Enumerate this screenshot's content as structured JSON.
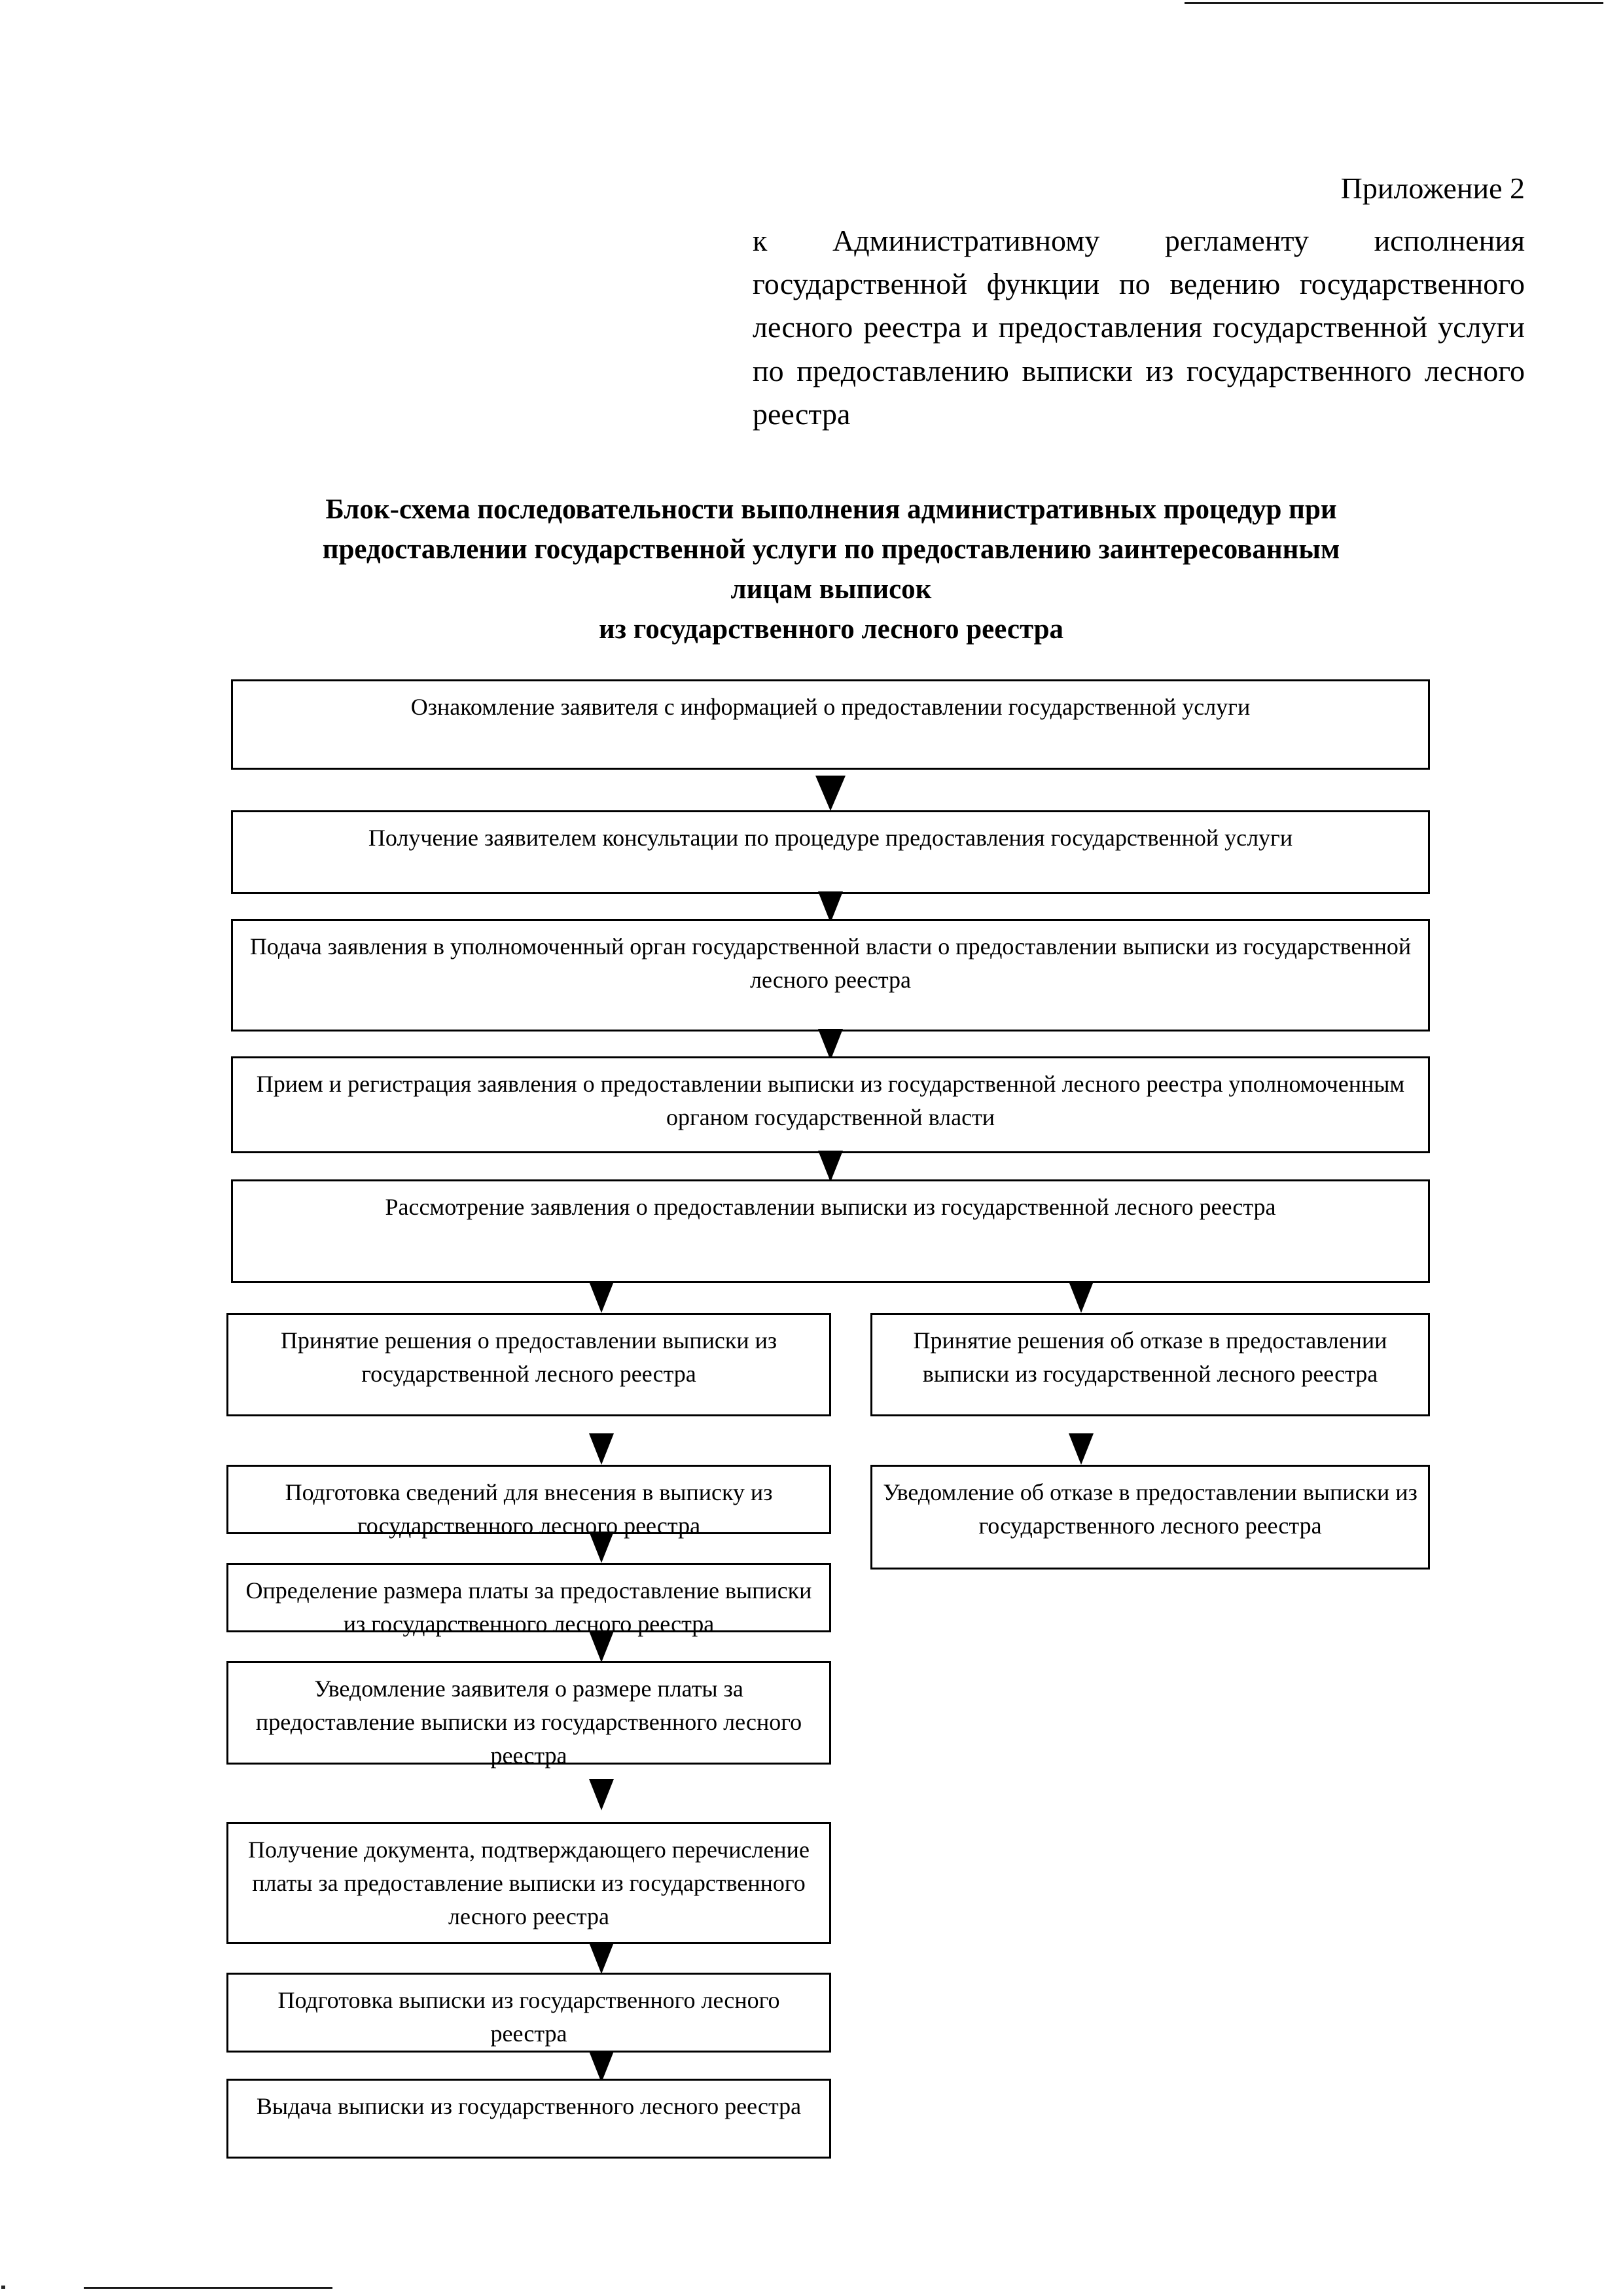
{
  "document": {
    "appendix_label": "Приложение 2",
    "header_paragraph": "к Административному регламенту исполнения государственной функции по ведению государственного лесного реестра и предоставления государственной услуги по предоставлению выписки из государственного лесного реестра",
    "title_lines": [
      "Блок-схема последовательности выполнения административных процедур при",
      "предоставлении государственной услуги по предоставлению заинтересованным",
      "лицам выписок",
      "из государственного лесного реестра"
    ]
  },
  "flowchart": {
    "type": "flowchart",
    "orientation": "top-to-bottom",
    "connector": "solid-black-down-triangle",
    "nodes": [
      {
        "id": "n1",
        "text": "Ознакомление заявителя с информацией о предоставлении государственной услуги",
        "column": "full"
      },
      {
        "id": "n2",
        "text": "Получение заявителем консультации по процедуре предоставления государственной услуги",
        "column": "full"
      },
      {
        "id": "n3",
        "text": "Подача заявления в уполномоченный орган государственной власти о предоставлении  выписки из государственной лесного реестра",
        "column": "full"
      },
      {
        "id": "n4",
        "text": "Прием и регистрация заявления о предоставлении выписки из государственной лесного реестра уполномоченным органом государственной власти",
        "column": "full"
      },
      {
        "id": "n5",
        "text": "Рассмотрение заявления о предоставлении выписки из государственной лесного реестра",
        "column": "full"
      },
      {
        "id": "n6",
        "text": "Принятие решения о предоставлении выписки из государственной лесного реестра",
        "column": "left"
      },
      {
        "id": "n7",
        "text": "Принятие решения об отказе в предоставлении выписки из государственной лесного реестра",
        "column": "right"
      },
      {
        "id": "n8",
        "text": "Подготовка сведений для внесения в выписку из государственного лесного реестра",
        "column": "left"
      },
      {
        "id": "n9",
        "text": "Уведомление об отказе в предоставлении выписки из государственного лесного реестра",
        "column": "right"
      },
      {
        "id": "n10",
        "text": "Определение размера платы за предоставление выписки из государственного лесного реестра",
        "column": "left"
      },
      {
        "id": "n11",
        "text": "Уведомление заявителя о размере платы за предоставление выписки из государственного лесного реестра",
        "column": "left"
      },
      {
        "id": "n12",
        "text": "Получение документа, подтверждающего перечисление платы за предоставление выписки из государственного лесного реестра",
        "column": "left"
      },
      {
        "id": "n13",
        "text": "Подготовка выписки из государственного лесного реестра",
        "column": "left"
      },
      {
        "id": "n14",
        "text": "Выдача выписки из государственного лесного реестра",
        "column": "left"
      }
    ],
    "edges": [
      {
        "from": "n1",
        "to": "n2"
      },
      {
        "from": "n2",
        "to": "n3"
      },
      {
        "from": "n3",
        "to": "n4"
      },
      {
        "from": "n4",
        "to": "n5"
      },
      {
        "from": "n5",
        "to": "n6"
      },
      {
        "from": "n5",
        "to": "n7"
      },
      {
        "from": "n6",
        "to": "n8"
      },
      {
        "from": "n7",
        "to": "n9"
      },
      {
        "from": "n8",
        "to": "n10"
      },
      {
        "from": "n10",
        "to": "n11"
      },
      {
        "from": "n11",
        "to": "n12"
      },
      {
        "from": "n12",
        "to": "n13"
      },
      {
        "from": "n13",
        "to": "n14"
      }
    ]
  },
  "colors": {
    "ink": "#000000",
    "paper": "#ffffff"
  }
}
